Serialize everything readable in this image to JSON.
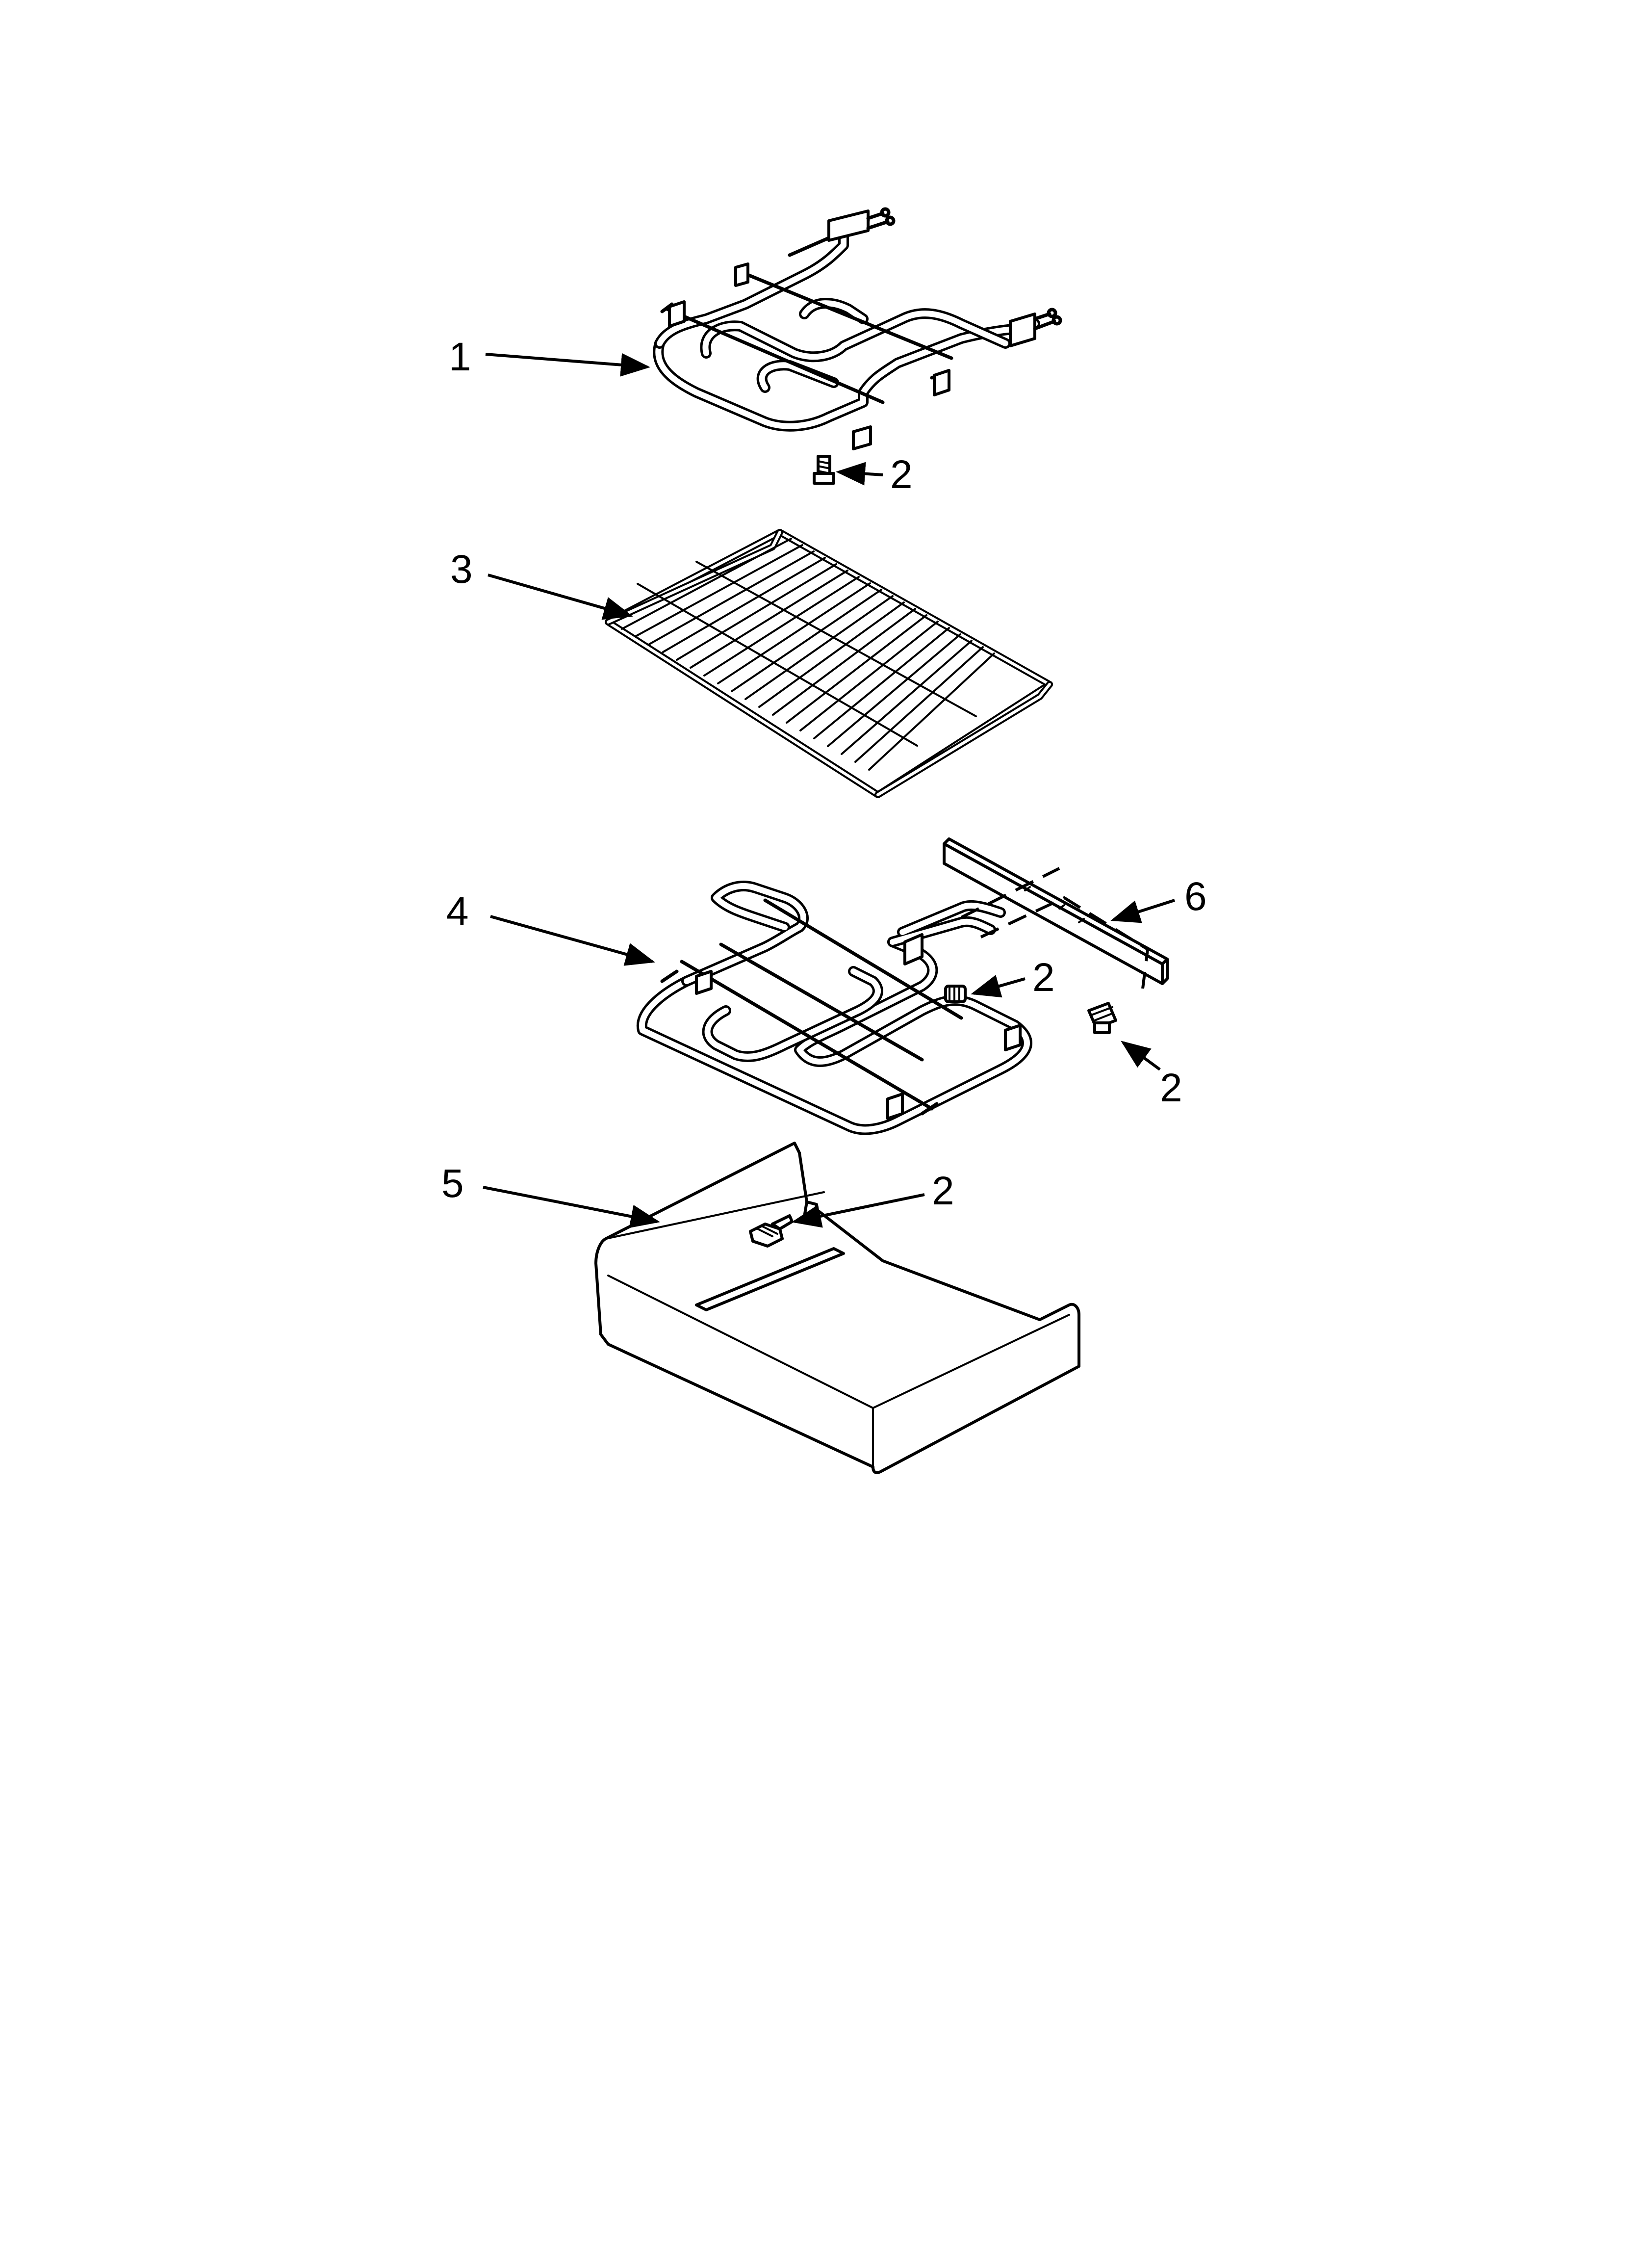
{
  "callouts": {
    "c1": "1",
    "c2a": "2",
    "c3": "3",
    "c4": "4",
    "c2b": "2",
    "c6": "6",
    "c2c": "2",
    "c5": "5",
    "c2d": "2"
  },
  "parts": [
    "broil-element",
    "screw",
    "oven-rack",
    "bake-element",
    "element-bracket",
    "bottom-panel"
  ]
}
